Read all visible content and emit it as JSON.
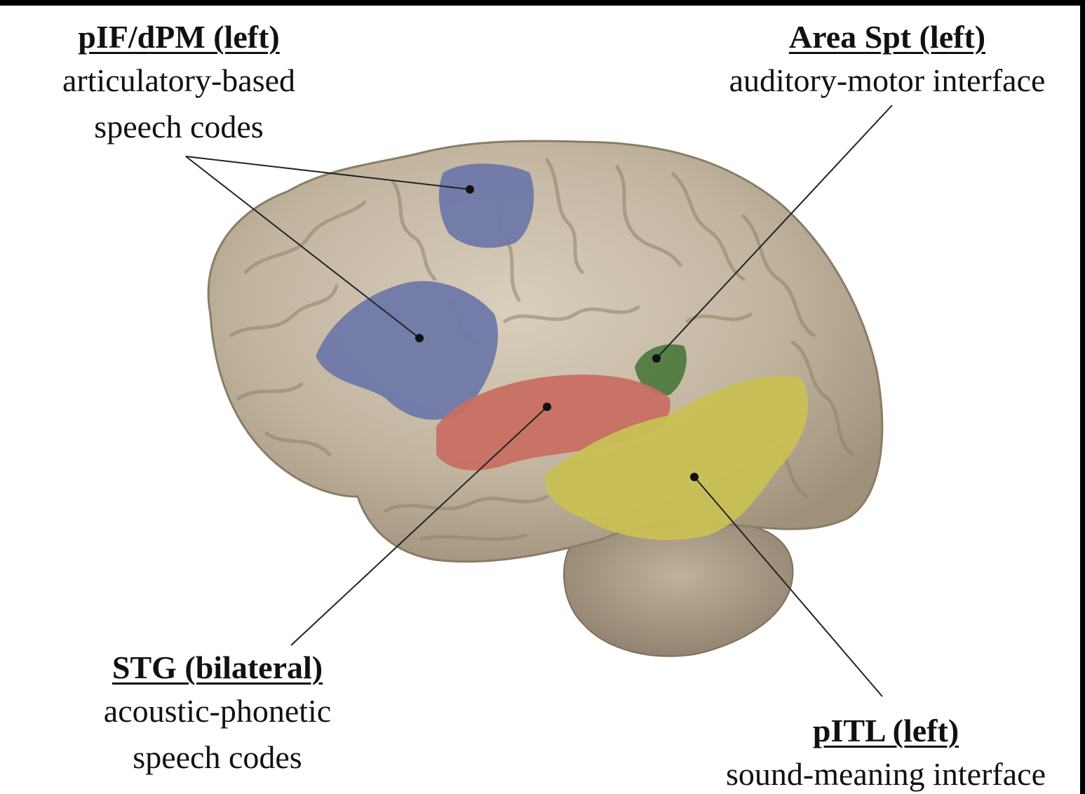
{
  "figure": {
    "background": "#ffffff",
    "brain_color": "#c2b5a0",
    "regions": [
      {
        "id": "pif-dpm",
        "heading": "pIF/dPM (left)",
        "lines": [
          "articulatory-based",
          "speech codes"
        ],
        "color": "#6f78a8"
      },
      {
        "id": "area-spt",
        "heading": "Area Spt (left)",
        "lines": [
          "auditory-motor interface"
        ],
        "color": "#4f7a3f"
      },
      {
        "id": "stg",
        "heading": "STG (bilateral)",
        "lines": [
          "acoustic-phonetic",
          "speech codes"
        ],
        "color": "#c86f62"
      },
      {
        "id": "pitl",
        "heading": "pITL (left)",
        "lines": [
          "sound-meaning interface"
        ],
        "color": "#c9c055"
      }
    ]
  }
}
